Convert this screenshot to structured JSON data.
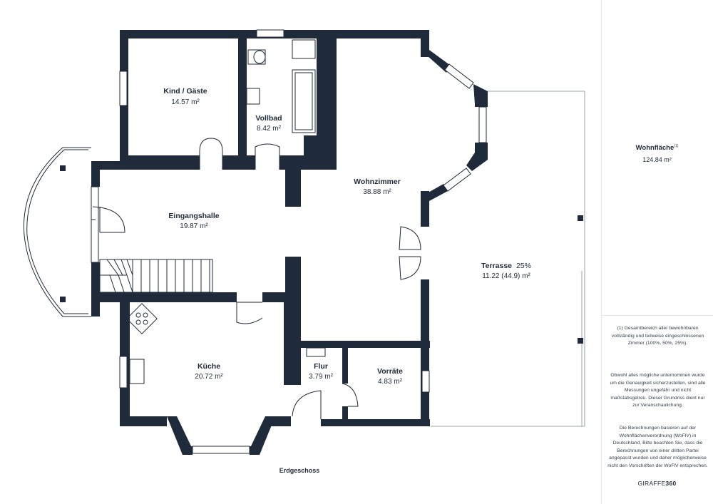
{
  "rooms": [
    {
      "name": "Kind / Gäste",
      "area": "14.57 m²"
    },
    {
      "name": "Vollbad",
      "area": "8.42 m²"
    },
    {
      "name": "Wohnzimmer",
      "area": "38.88 m²"
    },
    {
      "name": "Eingangshalle",
      "area": "19.87 m²"
    },
    {
      "name": "Terrasse",
      "pct": "25%",
      "area": "11.22 (44.9) m²"
    },
    {
      "name": "Küche",
      "area": "20.72 m²"
    },
    {
      "name": "Flur",
      "area": "3.79 m²"
    },
    {
      "name": "Vorräte",
      "area": "4.83 m²"
    }
  ],
  "floor_label": "Erdgeschoss",
  "sidebar": {
    "wohnflaeche_label": "Wohnfläche",
    "wohnflaeche_marker": "(1)",
    "wohnflaeche_value": "124.84 m²",
    "footnote": "(1) Gesamtbereich aller bewohnbaren vollständig und teilweise eingeschlossenen Zimmer (100%, 50%, 25%).",
    "disclaimer_1": "Obwohl alles mögliche unternommen wurde um die Genauigkeit sicherzustellen, sind alle Messungen ungefähr und nicht maßstabsgetreu. Dieser Grundriss dient nur zur Veranschaulichung.",
    "disclaimer_2": "Die Berechnungen basieren auf der Wohnflächenverordnung (WoFlV) in Deutschland. Bitte beachten Sie, dass die Berechnungen von einer dritten Partei angepasst wurden und daher möglicherweise nicht den Vorschriften der WoFlV entsprechen.",
    "brand_prefix": "GIRAFFE",
    "brand_suffix": "360"
  }
}
